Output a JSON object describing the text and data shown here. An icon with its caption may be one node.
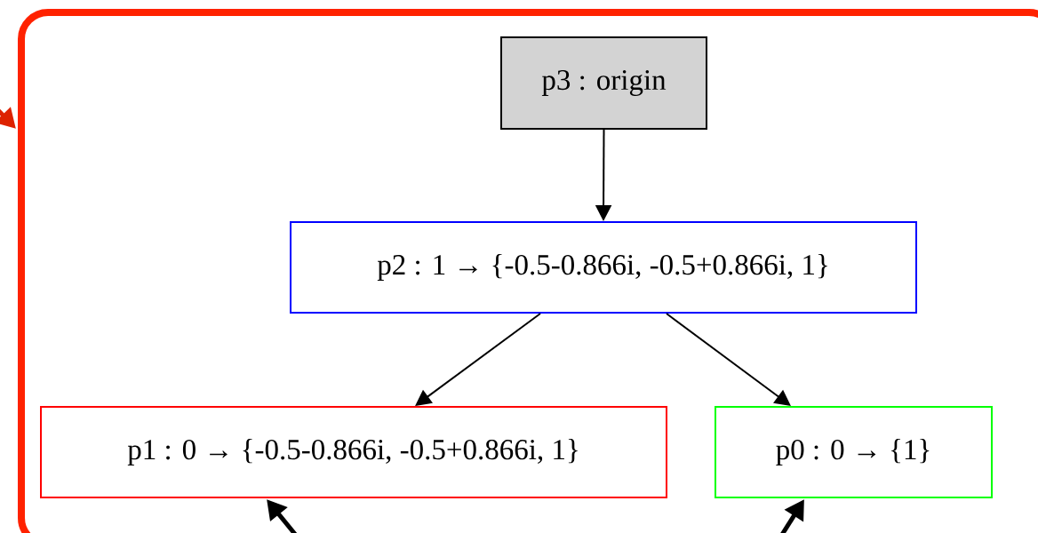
{
  "diagram": {
    "nodes": [
      {
        "text": [],
        "shape": "box"
      },
      {
        "text": [
          "p3 : origin"
        ],
        "in": 0
      },
      {
        "text": [
          "p2 : 1 → {-0.5-0.866i, -0.5+0.866i, 1}"
        ],
        "in": 0
      },
      {
        "text": [
          "p1 : 0 → {-0.5-0.866i, -0.5+0.866i, 1}"
        ],
        "in": 0
      },
      {
        "text": [
          "p0 : 0 → {1}"
        ],
        "in": 0
      }
    ],
    "edges": [
      {
        "from": 1,
        "to": 2,
        "arrow": "to"
      },
      {
        "from": 2,
        "to": 3,
        "arrow": "to"
      },
      {
        "from": 2,
        "to": 4,
        "arrow": "to"
      },
      {
        "from": null,
        "to": 0,
        "arrow": "to",
        "style": "thick",
        "color": "#dd2200"
      },
      {
        "from": null,
        "to": 3,
        "arrow": "to",
        "style": "thick"
      },
      {
        "from": null,
        "to": 4,
        "arrow": "to",
        "style": "thick"
      }
    ]
  }
}
